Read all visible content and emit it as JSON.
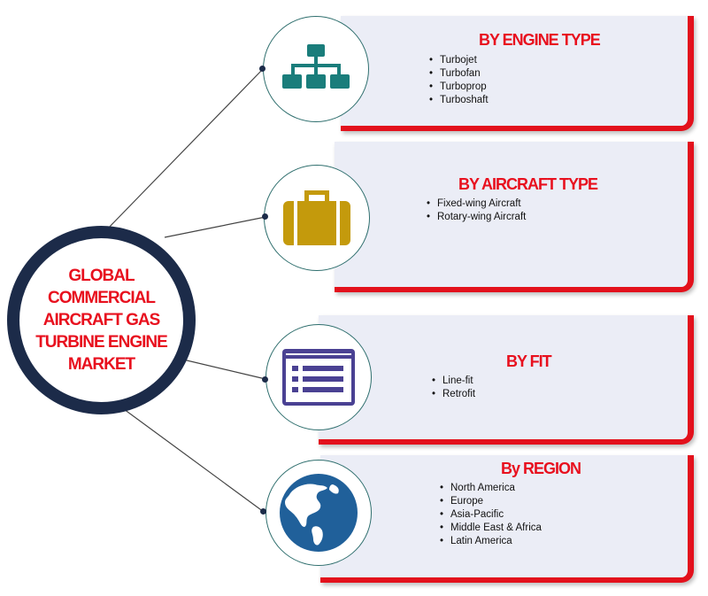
{
  "center": {
    "title": "GLOBAL\nCOMMERCIAL\nAIRCRAFT GAS\nTURBINE ENGINE\nMARKET"
  },
  "segments": [
    {
      "title": "BY ENGINE TYPE",
      "icon": "hierarchy-icon",
      "items": [
        "Turbojet",
        "Turbofan",
        "Turboprop",
        "Turboshaft"
      ]
    },
    {
      "title": "BY AIRCRAFT TYPE",
      "icon": "briefcase-icon",
      "items": [
        "Fixed-wing Aircraft",
        "Rotary-wing Aircraft"
      ]
    },
    {
      "title": "BY FIT",
      "icon": "list-window-icon",
      "items": [
        "Line-fit",
        "Retrofit"
      ]
    },
    {
      "title": "By REGION",
      "icon": "globe-icon",
      "items": [
        "North America",
        "Europe",
        "Asia-Pacific",
        "Middle East & Africa",
        "Latin America"
      ]
    }
  ],
  "colors": {
    "accent_red": "#e3111c",
    "navy": "#1c2b49",
    "teal": "#1a7d7b",
    "gold": "#c49a0c",
    "purple": "#4a4193",
    "globe_blue": "#20609a",
    "panel_bg": "#ebedf6"
  }
}
